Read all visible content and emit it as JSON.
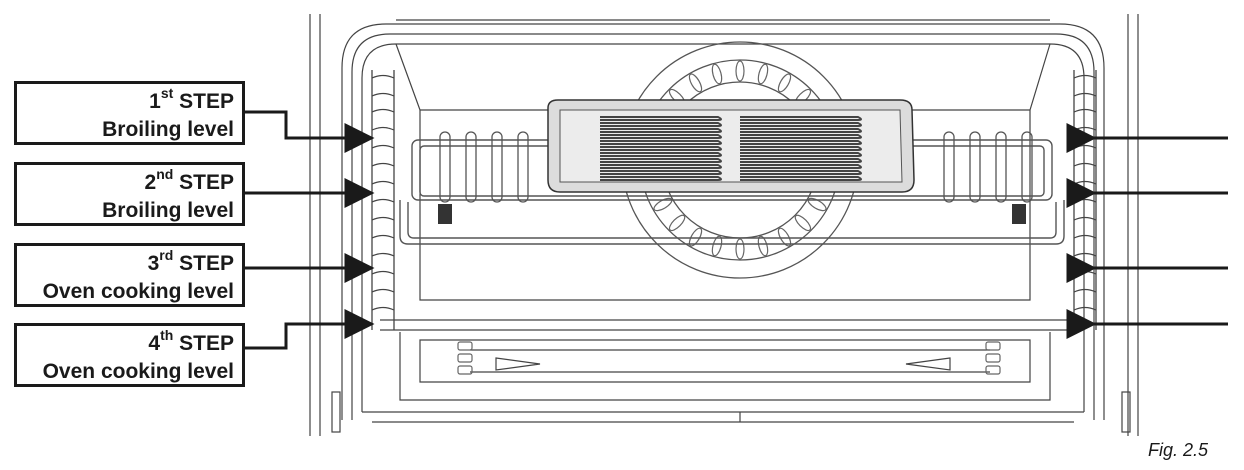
{
  "figure": {
    "caption": "Fig. 2.5"
  },
  "steps": [
    {
      "ordinal": "1",
      "suffix": "st",
      "word": "STEP",
      "level": "Broiling level"
    },
    {
      "ordinal": "2",
      "suffix": "nd",
      "word": "STEP",
      "level": "Broiling level"
    },
    {
      "ordinal": "3",
      "suffix": "rd",
      "word": "STEP",
      "level": "Oven cooking level"
    },
    {
      "ordinal": "4",
      "suffix": "th",
      "word": "STEP",
      "level": "Oven cooking level"
    }
  ],
  "colors": {
    "line": "#1a1a1a",
    "metal": "#555555",
    "fill": "#e3e3e3"
  }
}
